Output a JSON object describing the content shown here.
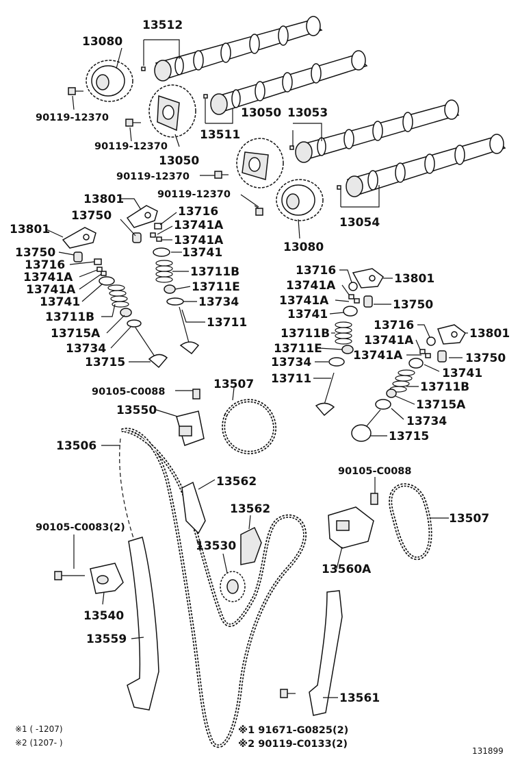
{
  "labels": {
    "l13080a": "13080",
    "l13512": "13512",
    "l90119a": "90119-12370",
    "l90119b": "90119-12370",
    "l13050a": "13050",
    "l13511": "13511",
    "l13050b": "13050",
    "l13053": "13053",
    "l90119c": "90119-12370",
    "l90119d": "90119-12370",
    "l13054": "13054",
    "l13080b": "13080",
    "l13801a": "13801",
    "l13750a": "13750",
    "l13716a": "13716",
    "l13741Aa": "13741A",
    "l13741Ab": "13741A",
    "l13741a": "13741",
    "l13711Ba": "13711B",
    "l13711Ea": "13711E",
    "l13734a": "13734",
    "l13711a": "13711",
    "l13801b": "13801",
    "l13750b": "13750",
    "l13716b": "13716",
    "l13741Ac": "13741A",
    "l13741Ad": "13741A",
    "l13741b": "13741",
    "l13711Bb": "13711B",
    "l13715Aa": "13715A",
    "l13734b": "13734",
    "l13715a": "13715",
    "l13716c": "13716",
    "l13801c": "13801",
    "l13741Ae": "13741A",
    "l13741Af": "13741A",
    "l13750c": "13750",
    "l13741c": "13741",
    "l13711Bc": "13711B",
    "l13711Eb": "13711E",
    "l13734c": "13734",
    "l13711b": "13711",
    "l13716d": "13716",
    "l13801d": "13801",
    "l13741Ag": "13741A",
    "l13741Ah": "13741A",
    "l13750d": "13750",
    "l13741d": "13741",
    "l13711Bd": "13711B",
    "l13715Ab": "13715A",
    "l13734d": "13734",
    "l13715b": "13715",
    "l90105a": "90105-C0088",
    "l13507a": "13507",
    "l13550": "13550",
    "l13506": "13506",
    "l13562a": "13562",
    "l13562b": "13562",
    "l90105b": "90105-C0088",
    "l13507b": "13507",
    "l90105c": "90105-C0083(2)",
    "l13530": "13530",
    "l13560A": "13560A",
    "l13540": "13540",
    "l13559": "13559",
    "l13561": "13561"
  },
  "notes": {
    "n1": "※1 (     -1207)",
    "n2": "※2 (1207-        )",
    "n3": "※1 91671-G0825(2)",
    "n4": "※2 90119-C0133(2)"
  },
  "diagram_id": "131899"
}
